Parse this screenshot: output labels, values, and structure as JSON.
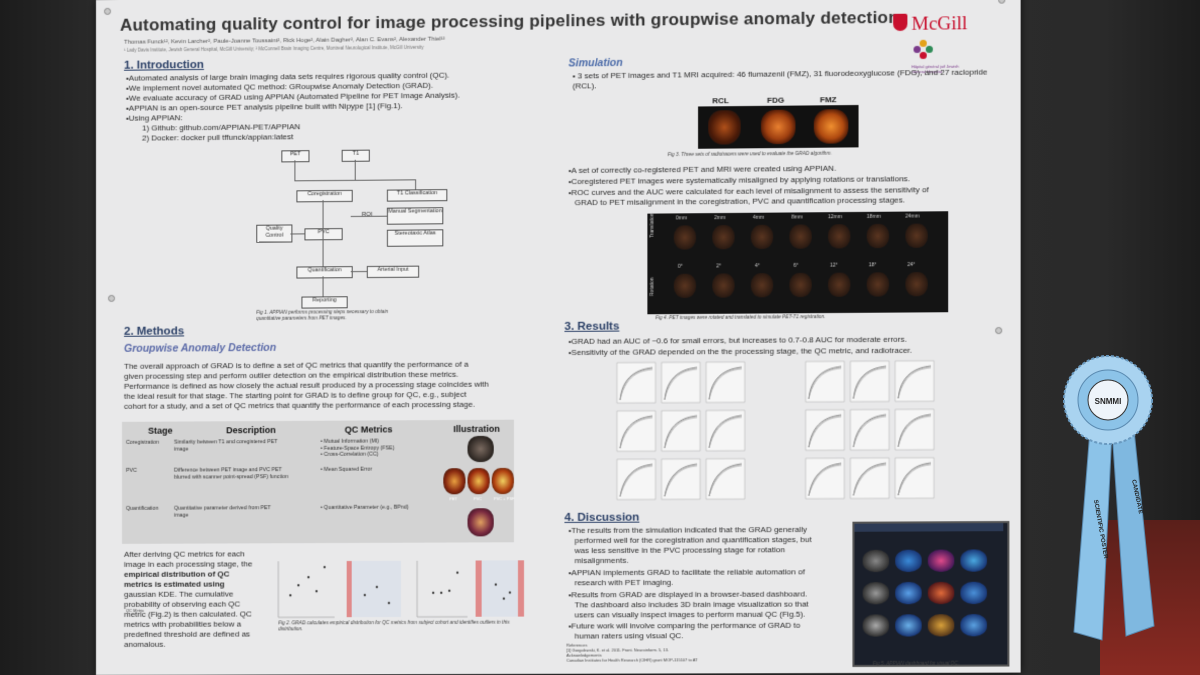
{
  "poster": {
    "title": "Automating quality control for image processing pipelines with groupwise anomaly detection",
    "authors": "Thomas Funck¹², Kevin Larcher², Paule-Joanne Toussaint², Rick Hoge², Alain Dagher², Alan C. Evans², Alexander Thiel¹²",
    "affiliations": "¹ Lady Davis Institute, Jewish General Hospital, McGill University; ² McConnell Brain Imaging Centre, Montreal Neurological Institute, McGill University",
    "logo": {
      "name": "McGill",
      "hospital": "Hôpital général juif Jewish General Hospital"
    },
    "intro": {
      "heading": "1. Introduction",
      "bullets": [
        "•Automated analysis of large brain imaging data sets requires rigorous quality control (QC).",
        "•We implement novel automated QC method: GRoupwise Anomaly Detection (GRAD).",
        "•We evaluate accuracy of GRAD using APPIAN (Automated Pipeline for PET Image Analysis).",
        "•APPIAN is an open-source PET analysis pipeline built with Nipype [1] (Fig.1).",
        "•Using APPIAN:",
        "1) Github: github.com/APPIAN-PET/APPIAN",
        "2) Docker: docker pull tffunck/appian:latest"
      ]
    },
    "flow": {
      "pet": "PET",
      "t1": "T1",
      "coreg": "Coregistration",
      "t1class": "T1 Classification",
      "roi": "ROI",
      "manual": "Manual Segmentation",
      "stereo": "Stereotaxic Atlas",
      "qc": "Quality Control",
      "pvc": "PVC",
      "quant": "Quantification",
      "arterial": "Arterial Input",
      "reporting": "Reporting",
      "caption": "Fig 1. APPIAN performs processing steps necessary to obtain quantitative parameters from PET images."
    },
    "methods": {
      "heading": "2. Methods",
      "subheading": "Groupwise Anomaly Detection",
      "para": [
        "The overall approach of GRAD is to define a set of QC metrics that quantify the performance of a",
        "given processing step and perform outlier detection on the empirical distribution these metrics.",
        "Performance is defined as how closely the actual result produced by a processing stage coincides with",
        "the ideal result for that stage. The starting point for GRAD is to define group for QC, e.g., subject",
        "cohort for a study, and a set of QC metrics that quantify the performance of each processing stage."
      ],
      "table": {
        "headers": [
          "Stage",
          "Description",
          "QC Metrics",
          "Illustration"
        ],
        "rows": [
          {
            "stage": "Coregistration",
            "desc": "Similarity between T1 and coregistered PET image",
            "metrics": "• Mutual Information (MI)\n• Feature-Space Entropy (FSE)\n• Cross-Correlation (CC)"
          },
          {
            "stage": "PVC",
            "desc": "Difference between PET image and PVC PET blurred with scanner point-spread (PSF) function",
            "metrics": "• Mean Squared Error"
          },
          {
            "stage": "Quantification",
            "desc": "Quantitative parameter derived from PET image",
            "metrics": "• Quantitative Parameter (e.g., BPnd)"
          }
        ],
        "illus_labels": [
          "PET",
          "PVC",
          "PVC + PSF"
        ]
      },
      "para2": [
        "After deriving QC metrics for each",
        "image in each processing stage, the",
        "empirical distribution of QC",
        "metrics is estimated using",
        "gaussian KDE. The cumulative",
        "probability of observing each QC",
        "metric (Fig.2) is then calculated. QC",
        "metrics with probabilities below a",
        "predefined threshold are defined as",
        "anomalous."
      ],
      "fig2_caption": "Fig 2. GRAD calculates empirical distribution for QC metrics from subject cohort and identifies outliers in this distribution.",
      "fig2_xlabel": "QC Metric"
    },
    "simulation": {
      "heading": "Simulation",
      "bullet1": "• 3 sets of PET images and T1 MRI acquired: 46 flumazenil (FMZ), 31 fluorodeoxyglucose (FDG), and 27 raclopride (RCL).",
      "tracers": [
        "RCL",
        "FDG",
        "FMZ"
      ],
      "fig3_caption": "Fig 3. Three sets of radiotracers were used to evaluate the GRAD algorithm.",
      "bullets": [
        "•A set of correctly co-registered PET and MRI were created using APPIAN.",
        "•Coregistered PET images were systematically misaligned by applying rotations or translations.",
        "•ROC curves and the AUC were calculated for each level of misalignment to assess the sensitivity of",
        "GRAD to PET misalignment in the coregistration, PVC and quantification processing stages."
      ],
      "translation_label": "Translation",
      "rotation_label": "Rotation",
      "translations": [
        "0mm",
        "2mm",
        "4mm",
        "8mm",
        "12mm",
        "18mm",
        "24mm"
      ],
      "rotations": [
        "0°",
        "2°",
        "4°",
        "6°",
        "12°",
        "18°",
        "24°"
      ],
      "fig4_caption": "Fig 4. PET images were rotated and translated to simulate PET-T1 registration."
    },
    "results": {
      "heading": "3. Results",
      "bullets": [
        "•GRAD had an AUC of ~0.6 for small errors, but increases to 0.7-0.8 AUC for moderate errors.",
        "•Sensitivity of the GRAD depended on the the processing stage, the QC metric, and radiotracer."
      ]
    },
    "discussion": {
      "heading": "4. Discussion",
      "bullets": [
        "•The results from the simulation indicated that the GRAD generally",
        "performed well for the coregistration and quantification stages, but",
        "was less sensitive in the PVC processing stage for rotation",
        "misalignments.",
        "•APPIAN implements GRAD to facilitate the reliable automation of",
        "research with PET imaging.",
        "•Results from GRAD are displayed in a browser-based dashboard.",
        "The dashboard also includes 3D brain image visualization so that",
        "users can visually inspect images to perform manual QC (Fig.5).",
        "•Future work will involve comparing the performance of GRAD to",
        "human raters using visual QC."
      ],
      "refs": "References\n[1] Gorgolewski, K. et al. 2011. Front. Neuroinform. 5, 13.\nAcknowledgements\nCanadian Institutes for Health Research (CIHR) grant MOP-115107 to AT",
      "fig5_caption": "Fig 5. APPIAN dashboard for visual QC."
    }
  },
  "ribbon": {
    "badge": "SNMMI",
    "tail_left": "SCIENTIFIC POSTER",
    "tail_right": "CANDIDATE"
  },
  "colors": {
    "heading": "#2a3f66",
    "subheading": "#5b6aa8",
    "mcgill_red": "#c8102e",
    "ribbon_blue": "#7fb8e0",
    "poster_bg": "#e9e9ea"
  }
}
